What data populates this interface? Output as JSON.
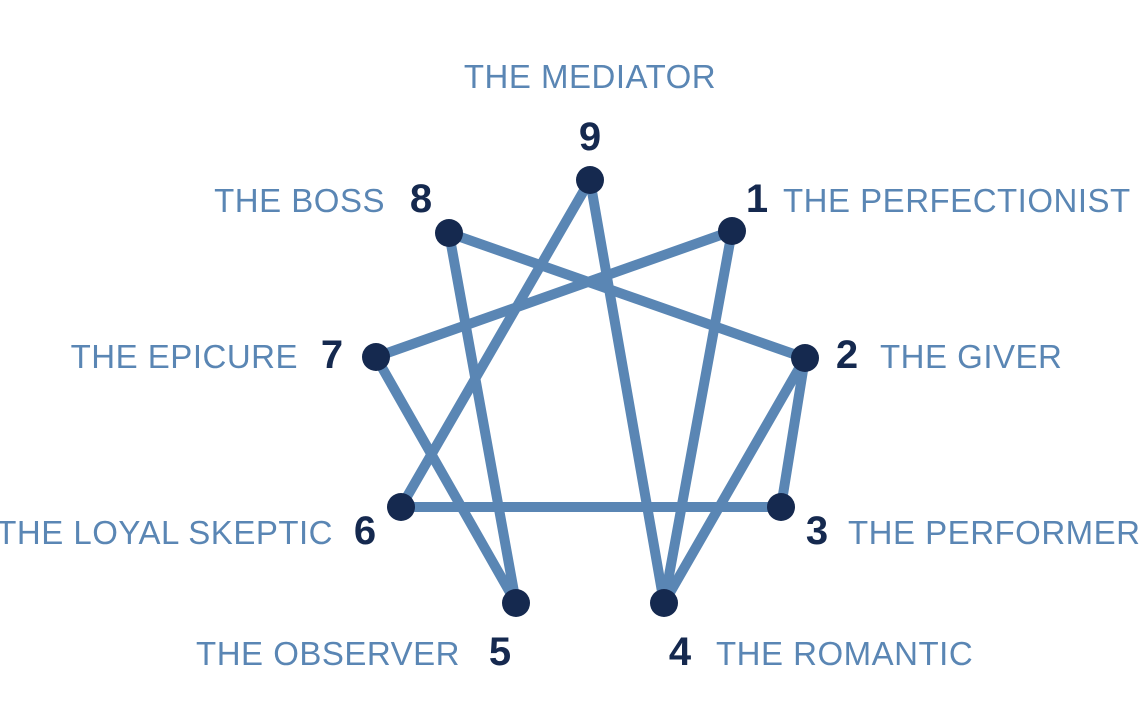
{
  "colors": {
    "line": "#5a86b4",
    "node": "#15294f",
    "label": "#5a86b4",
    "number": "#15294f",
    "background": "#ffffff"
  },
  "types": [
    {
      "id": "1",
      "number": "1",
      "name": "THE PERFECTIONIST"
    },
    {
      "id": "2",
      "number": "2",
      "name": "THE GIVER"
    },
    {
      "id": "3",
      "number": "3",
      "name": "THE PERFORMER"
    },
    {
      "id": "4",
      "number": "4",
      "name": "THE ROMANTIC"
    },
    {
      "id": "5",
      "number": "5",
      "name": "THE OBSERVER"
    },
    {
      "id": "6",
      "number": "6",
      "name": "THE LOYAL SKEPTIC"
    },
    {
      "id": "7",
      "number": "7",
      "name": "THE EPICURE"
    },
    {
      "id": "8",
      "number": "8",
      "name": "THE BOSS"
    },
    {
      "id": "9",
      "number": "9",
      "name": "THE MEDIATOR"
    }
  ],
  "connections": [
    [
      "9",
      "4"
    ],
    [
      "9",
      "6"
    ],
    [
      "8",
      "2"
    ],
    [
      "8",
      "5"
    ],
    [
      "1",
      "7"
    ],
    [
      "1",
      "4"
    ],
    [
      "2",
      "4"
    ],
    [
      "3",
      "6"
    ],
    [
      "7",
      "5"
    ],
    [
      "2",
      "3"
    ]
  ]
}
